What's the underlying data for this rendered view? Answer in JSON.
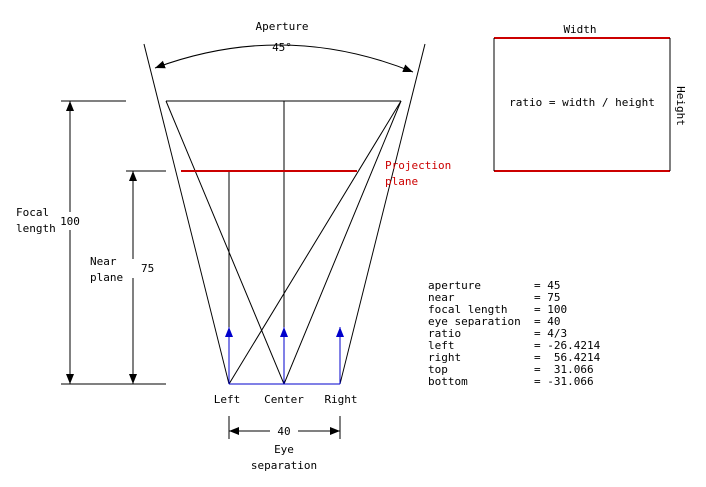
{
  "diagram": {
    "aperture_label": "Aperture",
    "aperture_value": "45°",
    "focal_label_1": "Focal",
    "focal_label_2": "length",
    "focal_value": "100",
    "near_label_1": "Near",
    "near_label_2": "plane",
    "near_value": "75",
    "projection_label_1": "Projection",
    "projection_label_2": "plane",
    "eye_left": "Left",
    "eye_center": "Center",
    "eye_right": "Right",
    "eye_sep_value": "40",
    "eye_sep_label_1": "Eye",
    "eye_sep_label_2": "separation"
  },
  "viewport": {
    "width_label": "Width",
    "height_label": "Height",
    "ratio_formula": "ratio = width / height"
  },
  "parameters": [
    {
      "name": "aperture",
      "value": "= 45"
    },
    {
      "name": "near",
      "value": "= 75"
    },
    {
      "name": "focal length",
      "value": "= 100"
    },
    {
      "name": "eye separation",
      "value": "= 40"
    },
    {
      "name": "ratio",
      "value": "= 4/3"
    },
    {
      "name": "left",
      "value": "= -26.4214"
    },
    {
      "name": "right",
      "value": "=  56.4214"
    },
    {
      "name": "top",
      "value": "=  31.066"
    },
    {
      "name": "bottom",
      "value": "= -31.066"
    }
  ],
  "colors": {
    "projection_plane": "#cc0000",
    "eye_direction": "#0000cc"
  }
}
